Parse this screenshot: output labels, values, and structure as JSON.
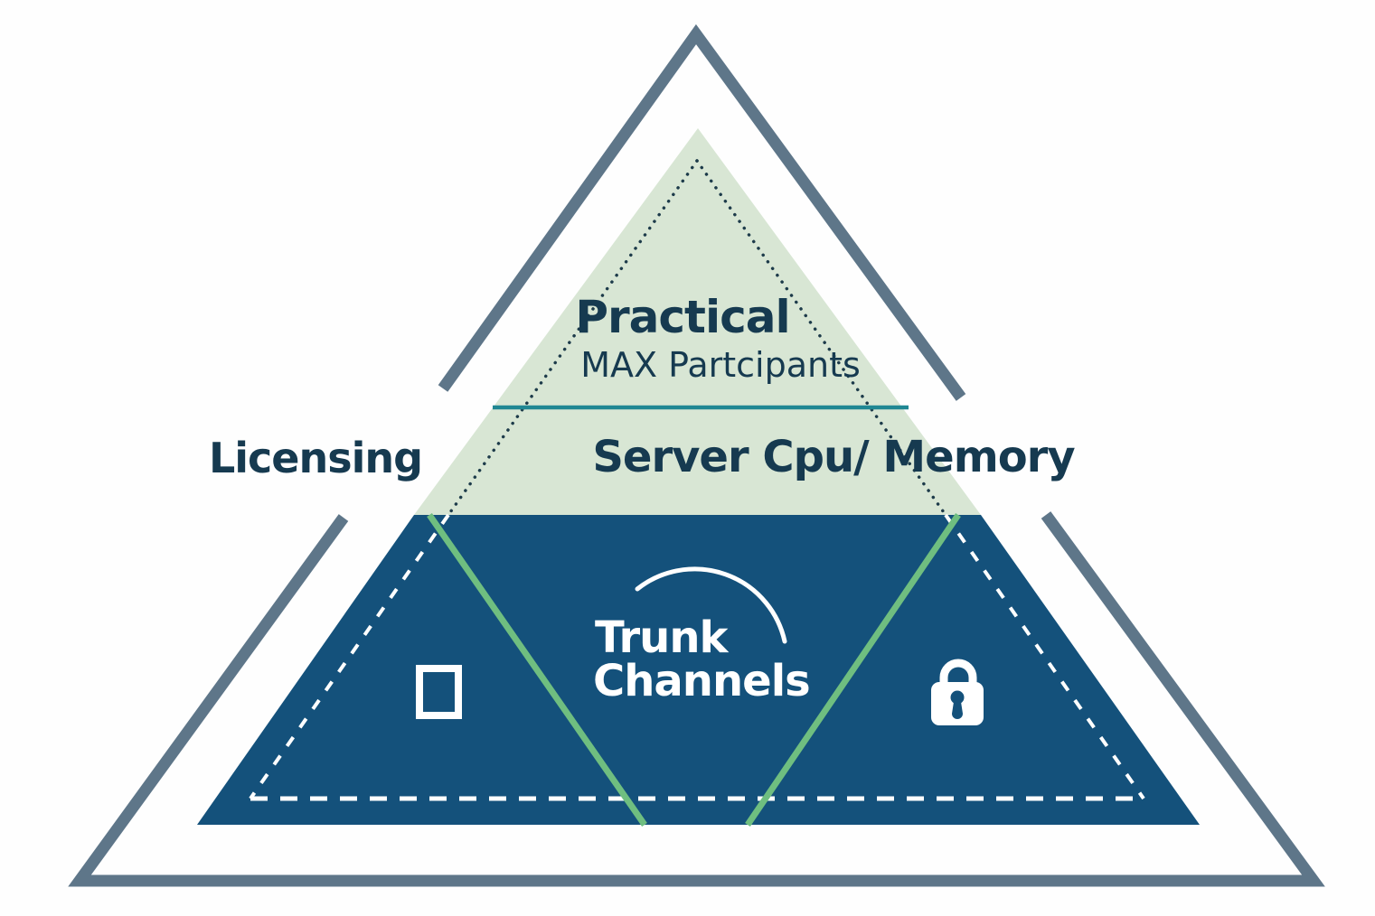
{
  "colors": {
    "page_background": "#FEFEFE",
    "outline_slate": "#5E7689",
    "top_layer_green": "#D8E6D4",
    "bottom_layer_blue": "#14517B",
    "divider_teal": "#1F8793",
    "dotted_guide_dark": "#1D3B4A",
    "diagonal_green": "#6FBE80",
    "label_navy": "#163A50",
    "icon_white": "#FFFFFF"
  },
  "pyramid": {
    "top_layer": {
      "title": "Practical",
      "subtitle": "MAX Partcipants"
    },
    "middle_layer": {
      "label": "Server Cpu/ Memory"
    },
    "outside_left_label": "Licensing",
    "bottom_layer": {
      "title_line1": "Trunk",
      "title_line2": "Channels"
    }
  }
}
